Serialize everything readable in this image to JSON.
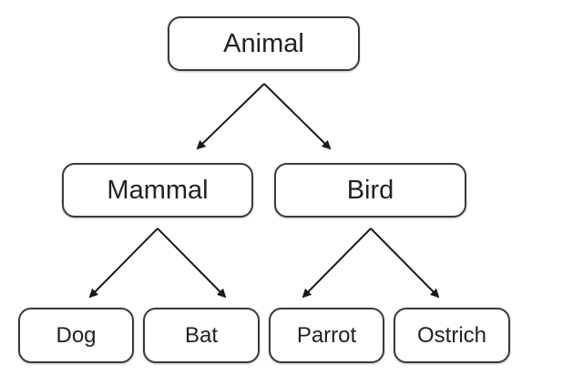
{
  "nodes": {
    "animal": "Animal",
    "mammal": "Mammal",
    "bird": "Bird",
    "dog": "Dog",
    "bat": "Bat",
    "parrot": "Parrot",
    "ostrich": "Ostrich"
  },
  "colors": {
    "stroke": "#3a3a3a",
    "arrow": "#1a1a1a",
    "text": "#222222",
    "background": "#ffffff"
  }
}
